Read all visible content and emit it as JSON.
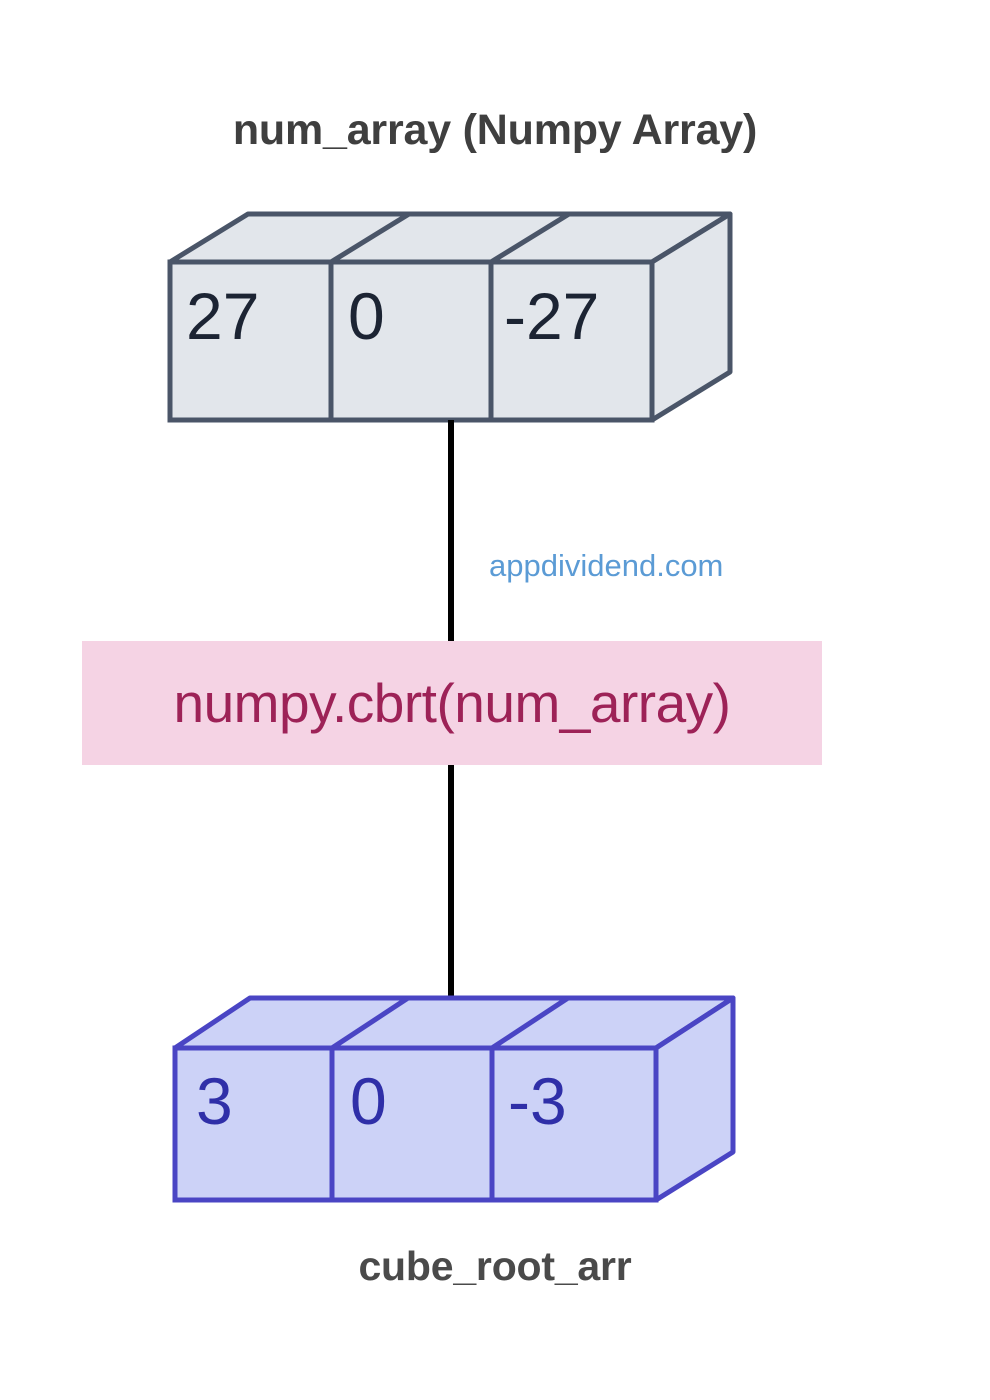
{
  "diagram": {
    "title": "num_array (Numpy Array)",
    "watermark": "appdividend.com",
    "output_label": "cube_root_arr",
    "operation": "numpy.cbrt(num_array)",
    "input_array": {
      "name": "num_array",
      "type": "Numpy Array",
      "values": [
        "27",
        "0",
        "-27"
      ],
      "fill_color": "#e2e6eb",
      "stroke_color": "#4a5568",
      "text_color": "#1c2433"
    },
    "output_array": {
      "name": "cube_root_arr",
      "values": [
        "3",
        "0",
        "-3"
      ],
      "fill_color": "#ccd2f7",
      "stroke_color": "#4a45c4",
      "text_color": "#2f2fa8"
    },
    "operation_box": {
      "fill_color": "#f5d3e4",
      "text_color": "#9d2257"
    },
    "connector_color": "#000000",
    "watermark_color": "#5b9bd5",
    "title_color": "#3f3f3f",
    "background_color": "#ffffff"
  }
}
